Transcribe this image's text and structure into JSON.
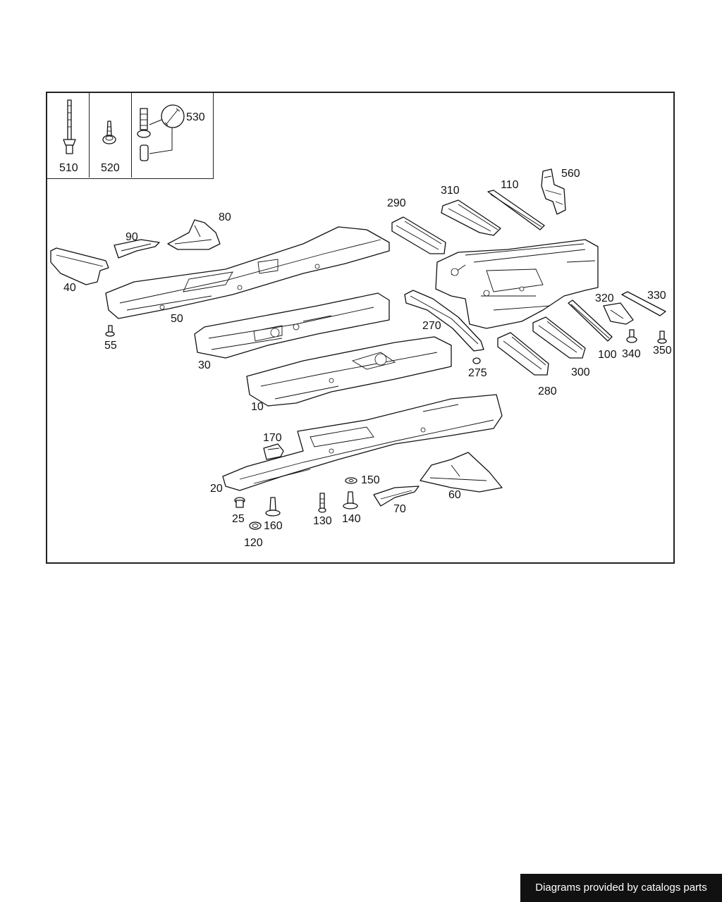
{
  "diagram": {
    "labels": {
      "p510": "510",
      "p520": "520",
      "p530": "530",
      "p560": "560",
      "p110": "110",
      "p310": "310",
      "p290": "290",
      "p80": "80",
      "p90": "90",
      "p40": "40",
      "p50": "50",
      "p55": "55",
      "p30": "30",
      "p270": "270",
      "p275": "275",
      "p10": "10",
      "p320": "320",
      "p330": "330",
      "p100": "100",
      "p340": "340",
      "p350": "350",
      "p300": "300",
      "p280": "280",
      "p170": "170",
      "p20": "20",
      "p150": "150",
      "p60": "60",
      "p70": "70",
      "p25": "25",
      "p160": "160",
      "p130": "130",
      "p140": "140",
      "p120": "120"
    }
  },
  "footer": {
    "text": "Diagrams provided by catalogs parts"
  }
}
